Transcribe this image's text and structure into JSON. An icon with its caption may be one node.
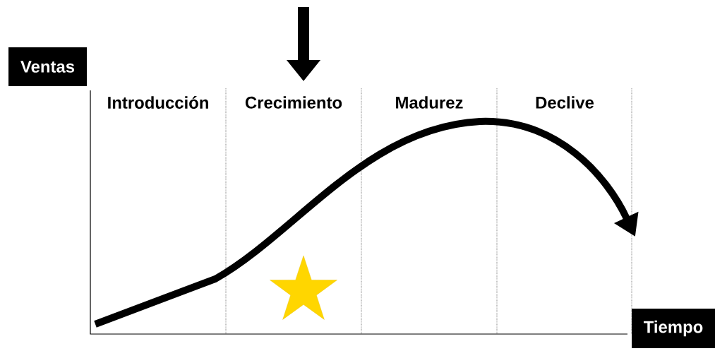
{
  "diagram": {
    "nodes": [
      {
        "text": [
          "Ventas"
        ]
      },
      {
        "text": [
          "Tiempo"
        ]
      }
    ],
    "labels": [
      "Introducción",
      "Crecimiento",
      "Madurez",
      "Declive"
    ]
  }
}
